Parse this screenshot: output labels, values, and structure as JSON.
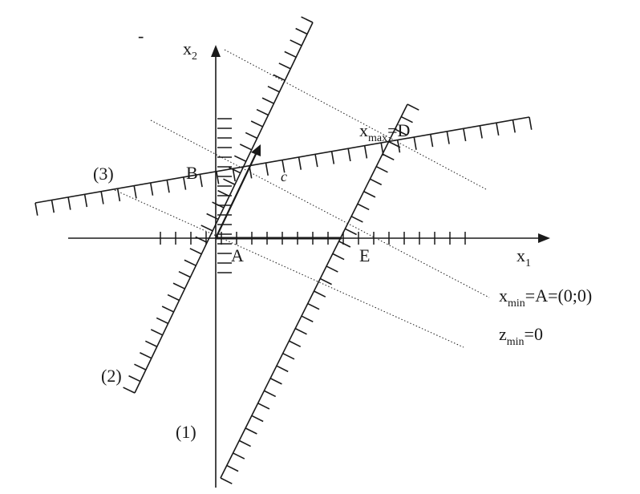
{
  "diagram": {
    "axes": {
      "x_label": "x",
      "x_sub": "1",
      "y_label": "x",
      "y_sub": "2"
    },
    "points": {
      "A": "A",
      "B": "B",
      "D": "D",
      "E": "E"
    },
    "constraints": {
      "c1": "(1)",
      "c2": "(2)",
      "c3": "(3)"
    },
    "max_label": {
      "base": "x",
      "sub": "max",
      "rest": "=D"
    },
    "gradient_label": "c",
    "results": {
      "xmin": {
        "base": "x",
        "sub": "min",
        "rest": "=A=(0;0)"
      },
      "zmin": {
        "base": "z",
        "sub": "min",
        "rest": "=0"
      }
    },
    "corner_mark": "-"
  }
}
